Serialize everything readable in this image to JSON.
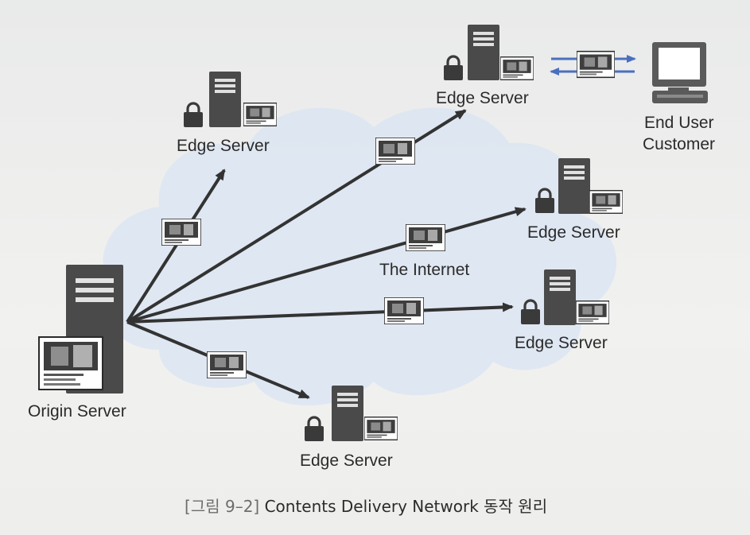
{
  "nodes": {
    "origin": "Origin Server",
    "edge_top_left": "Edge Server",
    "edge_top_right": "Edge Server",
    "edge_right_upper": "Edge Server",
    "edge_right_lower": "Edge Server",
    "edge_bottom": "Edge Server",
    "end_user_line1": "End User",
    "end_user_line2": "Customer"
  },
  "cloud_label": "The Internet",
  "caption": {
    "bracket_open": "[",
    "fig_label": "그림 9–2",
    "bracket_close": "]",
    "text": " Contents Delivery Network 동작 원리"
  },
  "colors": {
    "server": "#4a4a4a",
    "cloud": "#dde6f2",
    "arrow": "#333333",
    "exchange_arrow": "#4a6fbf"
  },
  "icons": [
    "server-icon",
    "lock-icon",
    "content-thumbnail-icon",
    "computer-icon",
    "cloud-shape"
  ]
}
